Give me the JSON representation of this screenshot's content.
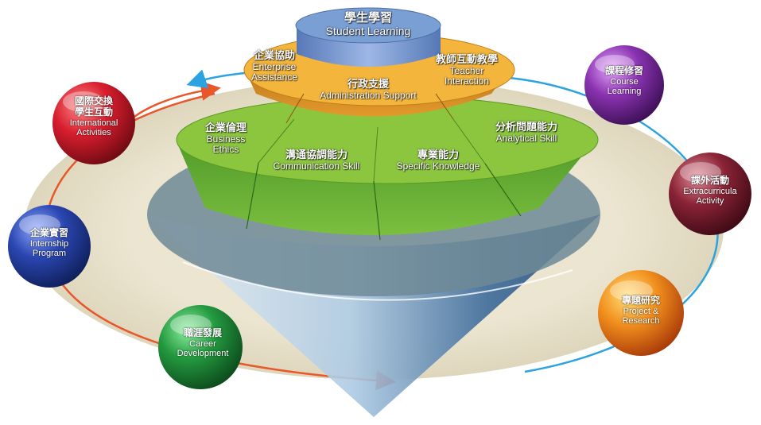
{
  "core": {
    "zh": "學生學習",
    "en": "Student Learning"
  },
  "middle_tier": [
    {
      "id": "enterprise",
      "zh": "企業協助",
      "en1": "Enterprise",
      "en2": "Assistance"
    },
    {
      "id": "admin",
      "zh": "行政支援",
      "en1": "Administration Support",
      "en2": ""
    },
    {
      "id": "teacher",
      "zh": "教師互動教學",
      "en1": "Teacher",
      "en2": "Interaction"
    }
  ],
  "skills_tier": [
    {
      "id": "ethics",
      "zh": "企業倫理",
      "en1": "Business",
      "en2": "Ethics"
    },
    {
      "id": "communication",
      "zh": "溝通協調能力",
      "en1": "Communication Skill",
      "en2": ""
    },
    {
      "id": "knowledge",
      "zh": "專業能力",
      "en1": "Specific Knowledge",
      "en2": ""
    },
    {
      "id": "analytical",
      "zh": "分析問題能力",
      "en1": "Analytical Skill",
      "en2": ""
    }
  ],
  "spheres": [
    {
      "id": "international",
      "zh1": "國際交換",
      "zh2": "學生互動",
      "en1": "International",
      "en2": "Activities",
      "color": "#c8102e"
    },
    {
      "id": "internship",
      "zh1": "企業實習",
      "zh2": "",
      "en1": "Internship",
      "en2": "Program",
      "color": "#1f3d9a"
    },
    {
      "id": "career",
      "zh1": "職涯發展",
      "zh2": "",
      "en1": "Career",
      "en2": "Development",
      "color": "#1f8a3a"
    },
    {
      "id": "course",
      "zh1": "課程修習",
      "zh2": "",
      "en1": "Course",
      "en2": "Learning",
      "color": "#7a2a9a"
    },
    {
      "id": "extracurricular",
      "zh1": "課外活動",
      "zh2": "",
      "en1": "Extracurricula",
      "en2": "Activity",
      "color": "#7a1f2e"
    },
    {
      "id": "project",
      "zh1": "專題研究",
      "zh2": "",
      "en1": "Project &",
      "en2": "Research",
      "color": "#f08a1a"
    }
  ],
  "colors": {
    "core": "#7a9fd4",
    "middle": "#f4b53c",
    "skills": "#8cc63f",
    "orbit_orange": "#e8562a",
    "orbit_blue": "#2aa3e0"
  }
}
